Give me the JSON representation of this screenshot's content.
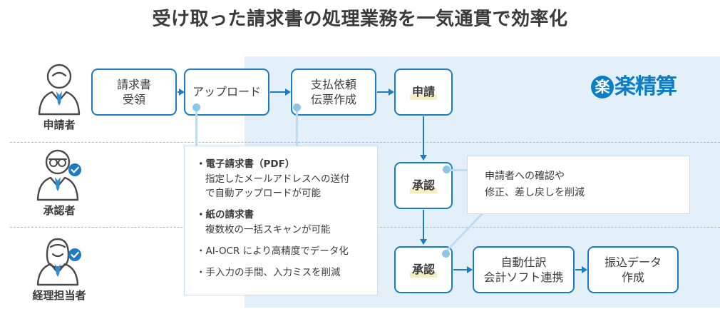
{
  "title": "受け取った請求書の処理業務を一気通貫で効率化",
  "brand": {
    "mark_char": "楽",
    "wordmark": "楽楽精算",
    "color": "#0c7ec7"
  },
  "colors": {
    "box_border": "#1a7dc4",
    "arrow": "#1a7dc4",
    "zone_background": "#e4f0f9",
    "callout_border": "#c5dff2",
    "connector": "#bcdcf2",
    "highlight": "#f6eec3",
    "text": "#3b3b3b"
  },
  "personas": [
    {
      "id": "applicant",
      "label": "申請者",
      "icon": "person-plain-icon",
      "verified": false
    },
    {
      "id": "approver",
      "label": "承認者",
      "icon": "person-glasses-icon",
      "verified": true
    },
    {
      "id": "accountant",
      "label": "経理担当者",
      "icon": "person-long-hair-icon",
      "verified": true
    }
  ],
  "flow": {
    "row_applicant": [
      {
        "id": "receipt",
        "lines": [
          "請求書",
          "受領"
        ],
        "highlight": false
      },
      {
        "id": "upload",
        "lines": [
          "アップロード"
        ],
        "highlight": false
      },
      {
        "id": "slip",
        "lines": [
          "支払依頼",
          "伝票作成"
        ],
        "highlight": false
      },
      {
        "id": "apply",
        "lines": [
          "申請"
        ],
        "highlight": true
      }
    ],
    "row_approver": [
      {
        "id": "approve1",
        "lines": [
          "承認"
        ],
        "highlight": true
      }
    ],
    "row_accountant": [
      {
        "id": "approve2",
        "lines": [
          "承認"
        ],
        "highlight": true
      },
      {
        "id": "journal",
        "lines": [
          "自動仕訳",
          "会計ソフト連携"
        ],
        "highlight": false
      },
      {
        "id": "transfer",
        "lines": [
          "振込データ",
          "作成"
        ],
        "highlight": false
      }
    ]
  },
  "callout_features": {
    "items": [
      {
        "head": "・電子請求書（PDF）",
        "sub": [
          "指定したメールアドレスへの送付",
          "で自動アップロードが可能"
        ],
        "bold_head": true
      },
      {
        "head": "・紙の請求書",
        "sub": [
          "複数枚の一括スキャンが可能"
        ],
        "bold_head": true
      },
      {
        "head": "・AI-OCR により高精度でデータ化",
        "sub": [],
        "bold_head": false
      },
      {
        "head": "・手入力の手間、入力ミスを削減",
        "sub": [],
        "bold_head": false
      }
    ]
  },
  "callout_note": {
    "lines": [
      "申請者への確認や",
      "修正、差し戻しを削減"
    ]
  }
}
